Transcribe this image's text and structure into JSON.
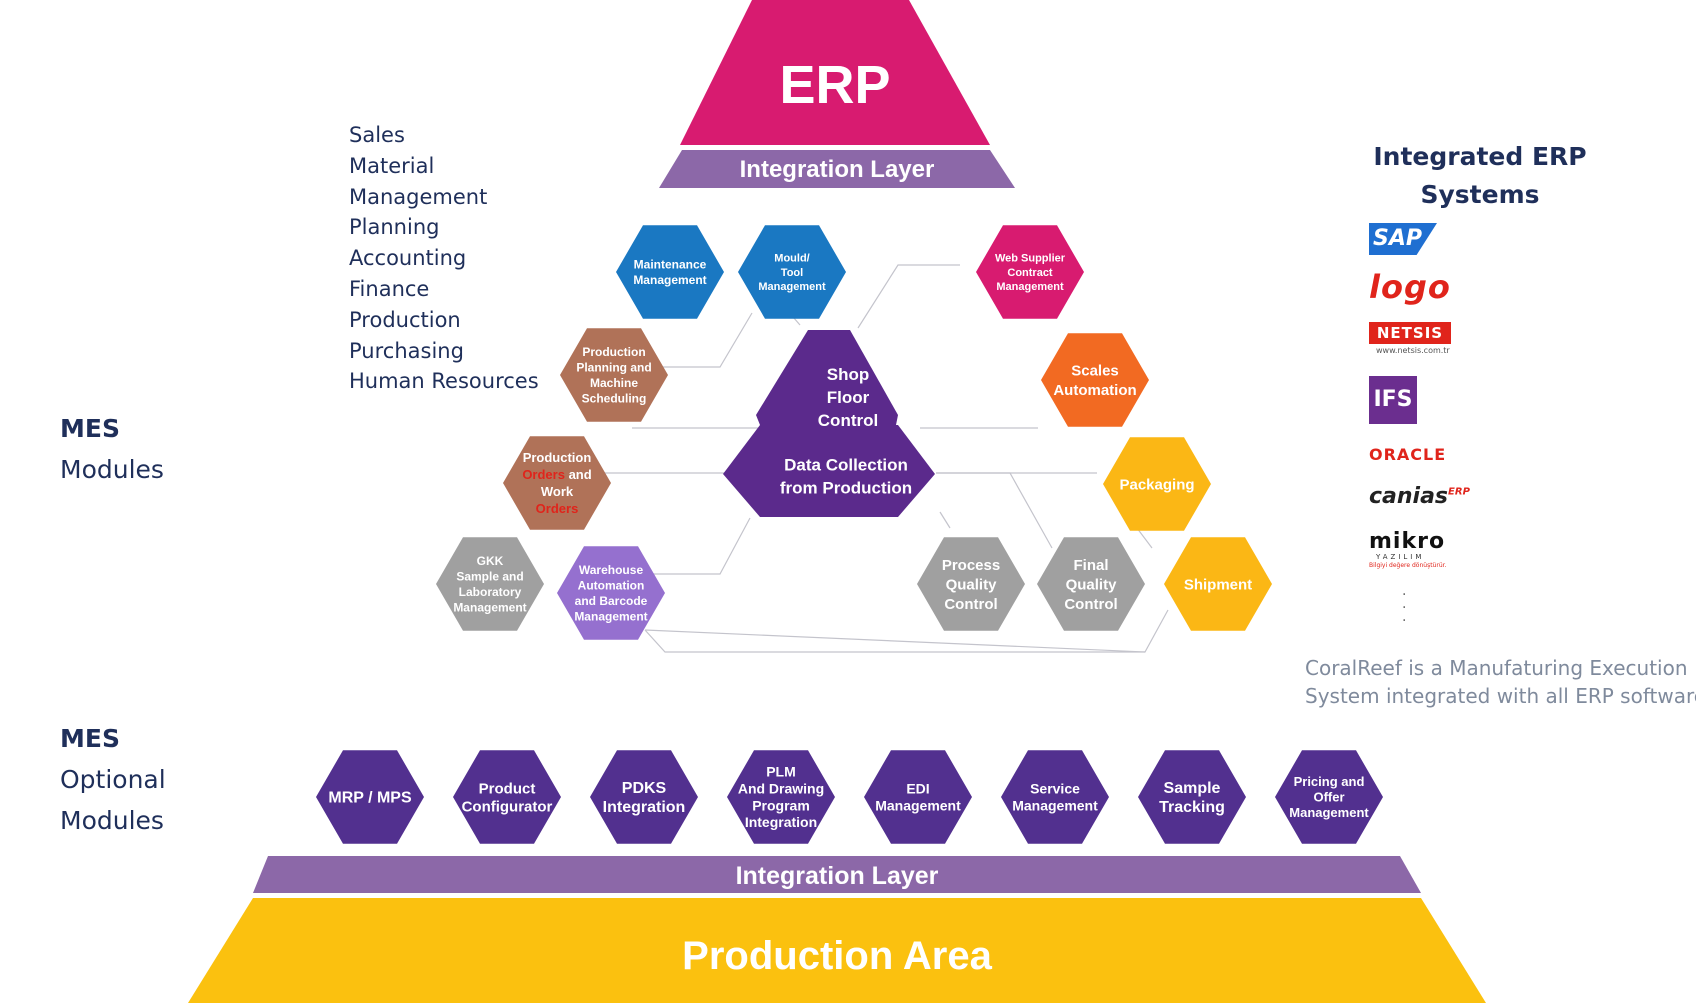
{
  "top": {
    "erp": "ERP",
    "integration_top": "Integration Layer"
  },
  "bottom": {
    "integration_bottom": "Integration Layer",
    "production_area": "Production Area"
  },
  "erp_functions": [
    "Sales",
    "Material",
    "Management",
    "Planning",
    "Accounting",
    "Finance",
    "Production",
    "Purchasing",
    "Human Resources"
  ],
  "mes_modules_title": {
    "line1": "MES",
    "line2": "Modules"
  },
  "mes_optional_title": {
    "line1": "MES",
    "line2": "Optional",
    "line3": "Modules"
  },
  "modules": [
    {
      "id": "maintenance",
      "lines": [
        "Maintenance",
        "Management"
      ],
      "color": "#1a78c2"
    },
    {
      "id": "mould",
      "lines": [
        "Mould/",
        "Tool",
        "Management"
      ],
      "color": "#1a78c2"
    },
    {
      "id": "web-supplier",
      "lines": [
        "Web Supplier",
        "Contract",
        "Management"
      ],
      "color": "#d81b70"
    },
    {
      "id": "production-planning",
      "lines": [
        "Production",
        "Planning and",
        "Machine",
        "Scheduling"
      ],
      "color": "#b07258"
    },
    {
      "id": "scales",
      "lines": [
        "Scales",
        "Automation"
      ],
      "color": "#f26a22"
    },
    {
      "id": "production-orders",
      "lines": [
        "Production",
        "Orders and",
        "Work",
        "Orders"
      ],
      "color": "#b07258"
    },
    {
      "id": "packaging",
      "lines": [
        "Packaging"
      ],
      "color": "#fbb715"
    },
    {
      "id": "gkk",
      "lines": [
        "GKK",
        "Sample and",
        "Laboratory",
        "Management"
      ],
      "color": "#a0a0a0"
    },
    {
      "id": "warehouse",
      "lines": [
        "Warehouse",
        "Automation",
        "and Barcode",
        "Management"
      ],
      "color": "#9570cf"
    },
    {
      "id": "process-qc",
      "lines": [
        "Process",
        "Quality",
        "Control"
      ],
      "color": "#a0a0a0"
    },
    {
      "id": "final-qc",
      "lines": [
        "Final",
        "Quality",
        "Control"
      ],
      "color": "#a0a0a0"
    },
    {
      "id": "shipment",
      "lines": [
        "Shipment"
      ],
      "color": "#fbb715"
    }
  ],
  "orders_highlight_color": "#e0241b",
  "center": {
    "shop_floor": [
      "Shop",
      "Floor",
      "Control"
    ],
    "data_collection": [
      "Data Collection",
      "from Production"
    ]
  },
  "optional_modules": [
    [
      "MRP / MPS"
    ],
    [
      "Product",
      "Configurator"
    ],
    [
      "PDKS",
      "Integration"
    ],
    [
      "PLM",
      "And Drawing",
      "Program",
      "Integration"
    ],
    [
      "EDI",
      "Management"
    ],
    [
      "Service",
      "Management"
    ],
    [
      "Sample",
      "Tracking"
    ],
    [
      "Pricing and",
      "Offer",
      "Management"
    ]
  ],
  "right": {
    "title_line1": "Integrated ERP",
    "title_line2": "Systems",
    "logos": {
      "sap": "SAP",
      "logo": "logo",
      "netsis": "NETSIS",
      "netsis_sub": "www.netsis.com.tr",
      "ifs": "IFS",
      "oracle": "ORACLE",
      "canias": "canias",
      "canias_sup": "ERP",
      "mikro": "mikro",
      "mikro_sub": "YAZILIM",
      "mikro_sub2": "Bilgiyi değere dönüştürür."
    },
    "dots": ".\n.\n.",
    "coral_line1": "CoralReef  is a Manufaturing Execution",
    "coral_line2": "System integrated with all ERP softwares"
  },
  "colors": {
    "erp": "#d81b70",
    "integration": "#8c68a8",
    "production": "#fbc10f",
    "center": "#5b2a8c",
    "optional": "#52308f",
    "text_dark": "#1f2f5a",
    "lines": "#c4c4cc"
  }
}
